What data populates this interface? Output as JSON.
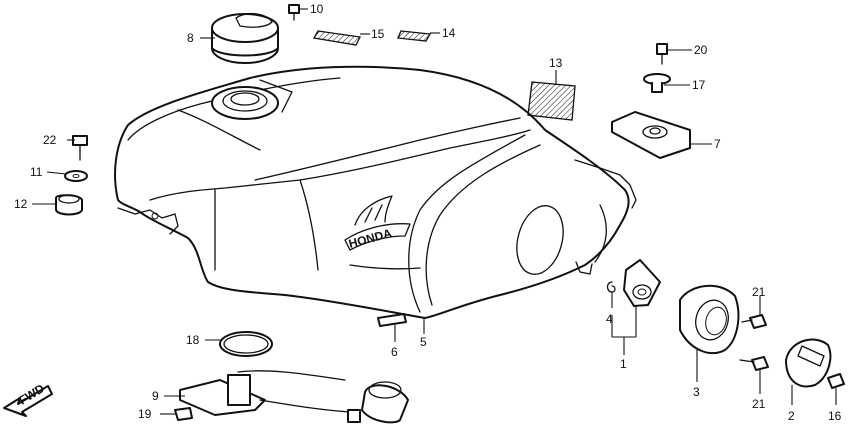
{
  "labels": {
    "l1": "1",
    "l2": "2",
    "l3": "3",
    "l4": "4",
    "l5": "5",
    "l6": "6",
    "l7": "7",
    "l8": "8",
    "l9": "9",
    "l10": "10",
    "l11": "11",
    "l12": "12",
    "l13": "13",
    "l14": "14",
    "l15": "15",
    "l16": "16",
    "l17": "17",
    "l18": "18",
    "l19": "19",
    "l20": "20",
    "l21a": "21",
    "l21b": "21",
    "l22": "22"
  },
  "emblem_text": "HONDA",
  "fwd_text": "FWD"
}
